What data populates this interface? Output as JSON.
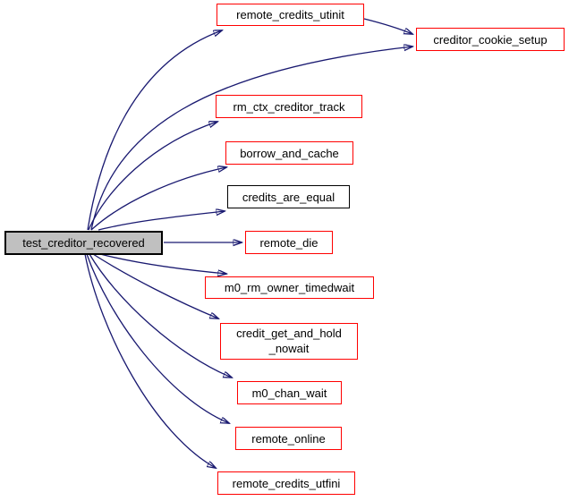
{
  "diagram": {
    "type": "call-graph",
    "background": "#ffffff",
    "colors": {
      "edge": "#191970",
      "node_border_red": "#ff0000",
      "node_border_black": "#000000",
      "focus_node_fill": "#c0c0c0",
      "node_fill": "#ffffff",
      "text": "#000000"
    },
    "focus_node": {
      "id": "test_creditor_recovered",
      "label": "test_creditor_recovered",
      "border": "black",
      "fill": "gray"
    },
    "callees": [
      {
        "id": "remote_credits_utinit",
        "label": "remote_credits_utinit",
        "border": "red"
      },
      {
        "id": "creditor_cookie_setup",
        "label": "creditor_cookie_setup",
        "border": "red"
      },
      {
        "id": "rm_ctx_creditor_track",
        "label": "rm_ctx_creditor_track",
        "border": "red"
      },
      {
        "id": "borrow_and_cache",
        "label": "borrow_and_cache",
        "border": "red"
      },
      {
        "id": "credits_are_equal",
        "label": "credits_are_equal",
        "border": "black"
      },
      {
        "id": "remote_die",
        "label": "remote_die",
        "border": "red"
      },
      {
        "id": "m0_rm_owner_timedwait",
        "label": "m0_rm_owner_timedwait",
        "border": "red"
      },
      {
        "id": "credit_get_and_hold_nowait",
        "label_line1": "credit_get_and_hold",
        "label_line2": "_nowait",
        "border": "red"
      },
      {
        "id": "m0_chan_wait",
        "label": "m0_chan_wait",
        "border": "red"
      },
      {
        "id": "remote_online",
        "label": "remote_online",
        "border": "red"
      },
      {
        "id": "remote_credits_utfini",
        "label": "remote_credits_utfini",
        "border": "red"
      }
    ],
    "edges": [
      {
        "from": "test_creditor_recovered",
        "to": "remote_credits_utinit"
      },
      {
        "from": "test_creditor_recovered",
        "to": "creditor_cookie_setup"
      },
      {
        "from": "remote_credits_utinit",
        "to": "creditor_cookie_setup"
      },
      {
        "from": "test_creditor_recovered",
        "to": "rm_ctx_creditor_track"
      },
      {
        "from": "test_creditor_recovered",
        "to": "borrow_and_cache"
      },
      {
        "from": "test_creditor_recovered",
        "to": "credits_are_equal"
      },
      {
        "from": "test_creditor_recovered",
        "to": "remote_die"
      },
      {
        "from": "test_creditor_recovered",
        "to": "m0_rm_owner_timedwait"
      },
      {
        "from": "test_creditor_recovered",
        "to": "credit_get_and_hold_nowait"
      },
      {
        "from": "test_creditor_recovered",
        "to": "m0_chan_wait"
      },
      {
        "from": "test_creditor_recovered",
        "to": "remote_online"
      },
      {
        "from": "test_creditor_recovered",
        "to": "remote_credits_utfini"
      }
    ]
  }
}
